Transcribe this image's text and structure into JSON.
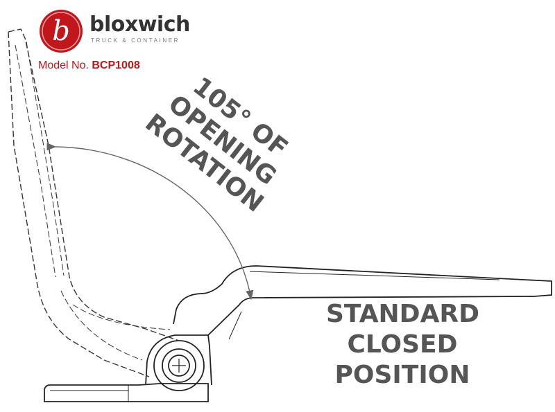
{
  "brand": {
    "name": "bloxwich",
    "tagline": "TRUCK & CONTAINER",
    "logo_mark": "b",
    "accent_color": "#c0161c"
  },
  "model": {
    "label": "Model No.",
    "number": "BCP1008"
  },
  "annotations": {
    "rotation_line1": "105° OF",
    "rotation_line2": "OPENING",
    "rotation_line3": "ROTATION",
    "closed_line1": "STANDARD",
    "closed_line2": "CLOSED",
    "closed_line3": "POSITION"
  }
}
